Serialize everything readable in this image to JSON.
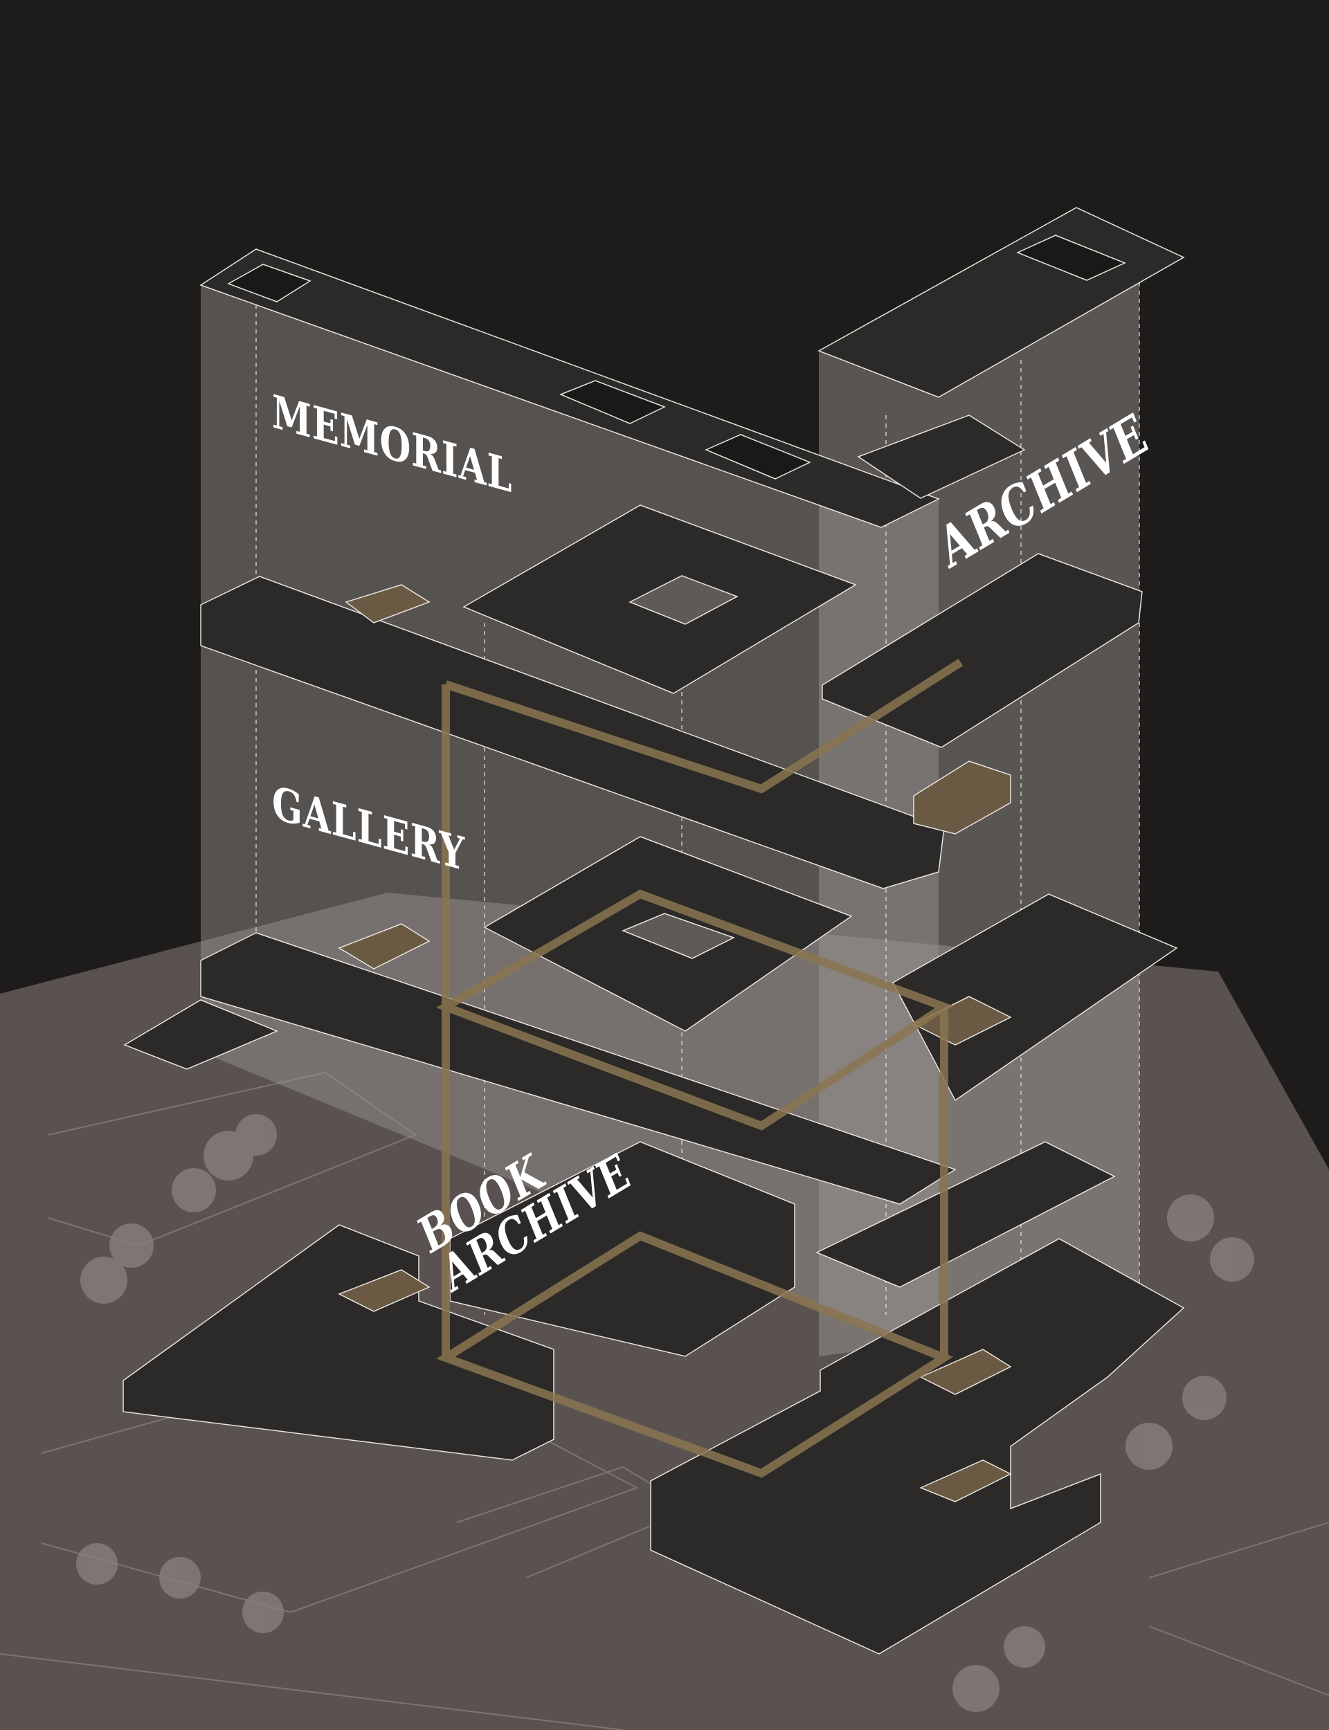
{
  "diagram": {
    "labels": {
      "memorial": "MEMORIAL",
      "archive": "ARCHIVE",
      "gallery": "GALLERY",
      "book_archive_line1": "BOOK",
      "book_archive_line2": "ARCHIVE"
    },
    "colors": {
      "background": "#1e1c1b",
      "ground": "#5a5250",
      "tower_glass": "#9a9592",
      "slab": "#2b2a29",
      "circulation_gold": "#8a7550",
      "linework": "#e8e4df"
    }
  }
}
